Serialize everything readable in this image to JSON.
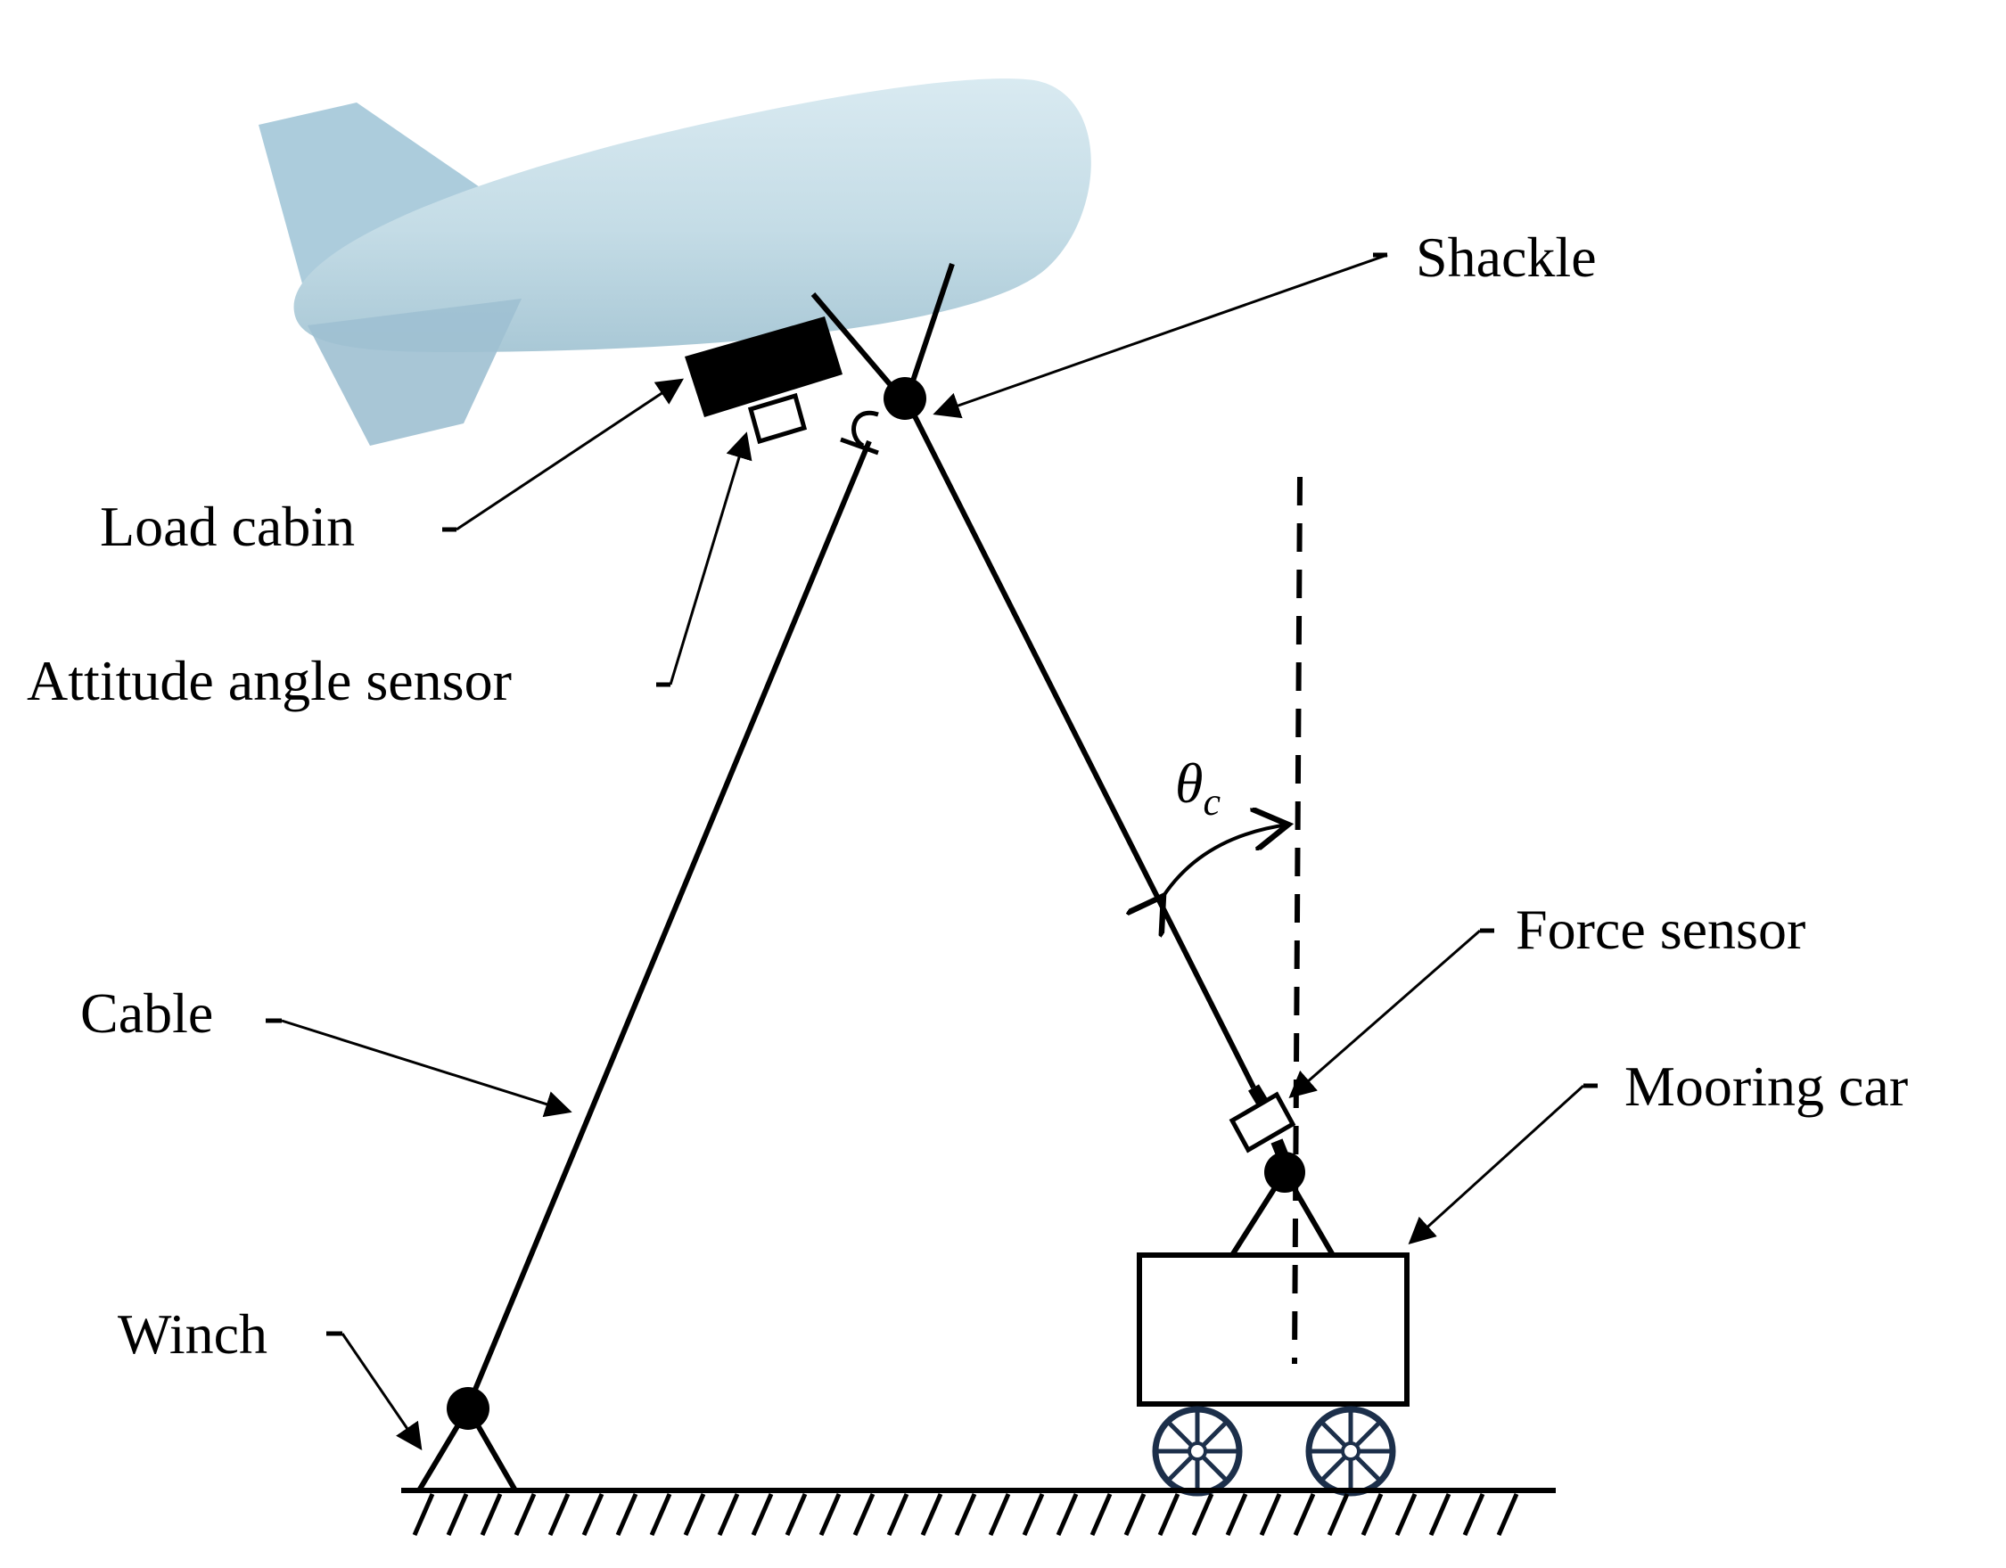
{
  "labels": {
    "shackle": "Shackle",
    "load_cabin": "Load cabin",
    "attitude_angle_sensor": "Attitude angle sensor",
    "cable": "Cable",
    "force_sensor": "Force sensor",
    "mooring_car": "Mooring car",
    "winch": "Winch"
  },
  "angle": {
    "symbol": "θ",
    "subscript": "c"
  },
  "colors": {
    "line": "#000000",
    "balloon_body": "#c9dfe8",
    "balloon_fin": "#a9cadb",
    "wheel_rim": "#1c2f4a"
  }
}
